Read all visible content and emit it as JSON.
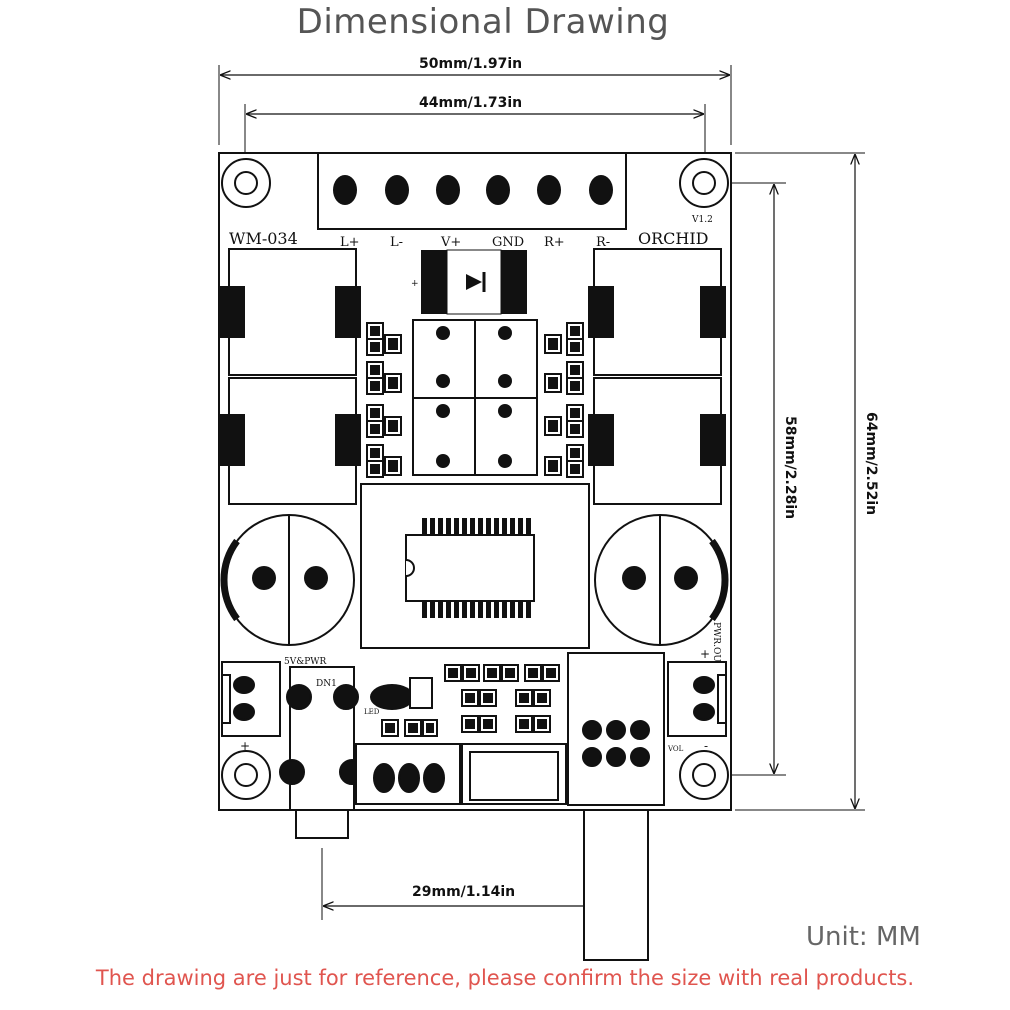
{
  "title": "Dimensional Drawing",
  "dimensions": {
    "overall_width": "50mm/1.97in",
    "hole_spacing_width": "44mm/1.73in",
    "hole_spacing_height": "58mm/2.28in",
    "overall_height": "64mm/2.52in",
    "jack_to_pot": "29mm/1.14in"
  },
  "board": {
    "model": "WM-034",
    "brand": "ORCHID",
    "version": "V1.2",
    "terminal_labels": [
      "L+",
      "L-",
      "V+",
      "GND",
      "R+",
      "R-"
    ],
    "plus_mark": "+",
    "power_input_label": "5V&PWR",
    "dn_label": "DN1",
    "led_label": "LED",
    "pwr_out_label": "PWR.OUT",
    "vol_label": "VOL",
    "left_plus": "+",
    "right_plus": "+",
    "right_minus": "-"
  },
  "unit_text": "Unit: MM",
  "note": "The drawing are just for reference, please confirm the size with real products."
}
